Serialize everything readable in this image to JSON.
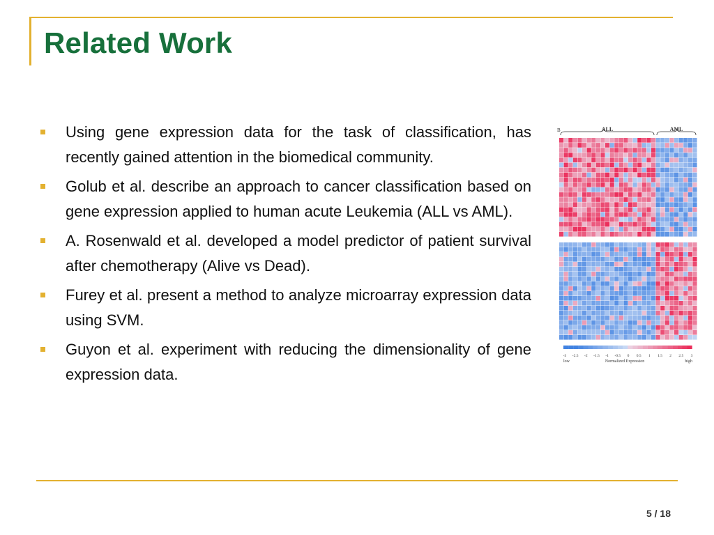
{
  "slide": {
    "title": "Related Work",
    "bullets": [
      "Using gene expression data for the task of classification, has recently gained attention in the biomedical community.",
      "Golub et al. describe an approach to cancer classification based on gene expression applied to human acute Leukemia (ALL vs AML).",
      "A. Rosenwald et al. developed a model predictor of patient survival after chemotherapy (Alive vs Dead).",
      "Furey et al. present a method to analyze microarray expression data using SVM.",
      "Guyon et al. experiment with reducing the dimensionality of gene expression data."
    ],
    "page": {
      "current": "5",
      "total": "18",
      "separator": "/"
    }
  },
  "figure": {
    "panel_letter": "B",
    "group_labels": [
      "ALL",
      "AML"
    ],
    "scale_ticks": [
      "-3",
      "-2.5",
      "-2",
      "-1.5",
      "-1",
      "-0.5",
      "0",
      "0.5",
      "1",
      "1.5",
      "2",
      "2.5",
      "3"
    ],
    "scale_low_label": "low",
    "scale_title": "Normalized Expression",
    "scale_high_label": "high",
    "colors": {
      "red": "#e0305a",
      "blue": "#4a8fd8",
      "neutral": "#c8d8f0"
    }
  }
}
